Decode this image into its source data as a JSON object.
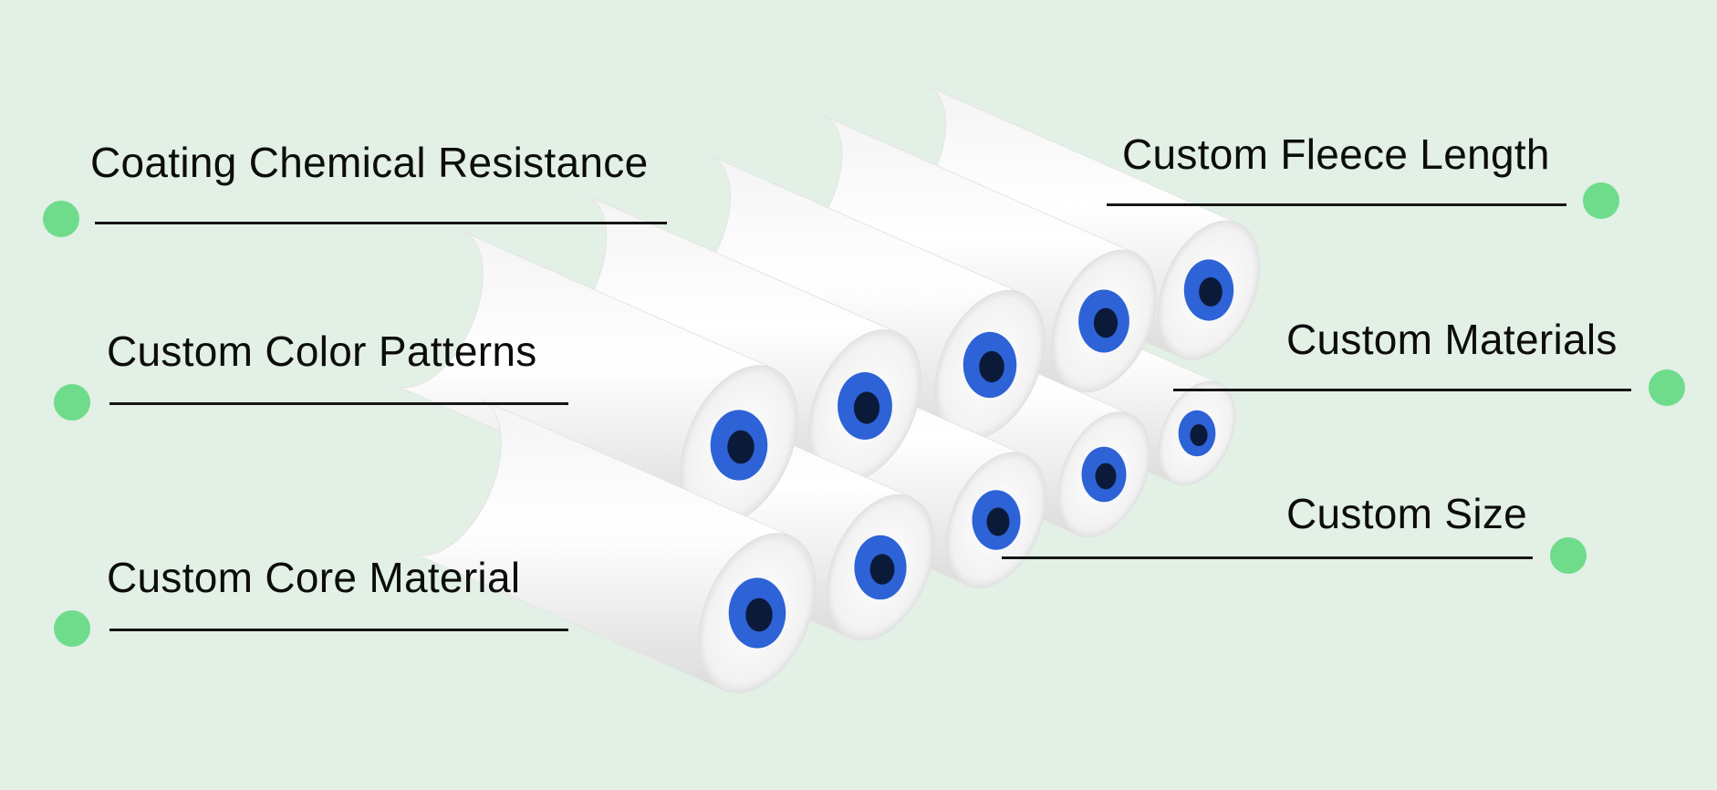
{
  "background_color": "#e2f0e5",
  "accent_color": "#6fdc8c",
  "product": {
    "name": "paint-roller-covers",
    "roller_color": "#ffffff",
    "core_color": "#2d63d6"
  },
  "features": {
    "left": [
      {
        "label": "Coating Chemical Resistance"
      },
      {
        "label": "Custom Color Patterns"
      },
      {
        "label": "Custom Core Material"
      }
    ],
    "right": [
      {
        "label": "Custom Fleece Length"
      },
      {
        "label": "Custom Materials"
      },
      {
        "label": "Custom Size"
      }
    ]
  }
}
